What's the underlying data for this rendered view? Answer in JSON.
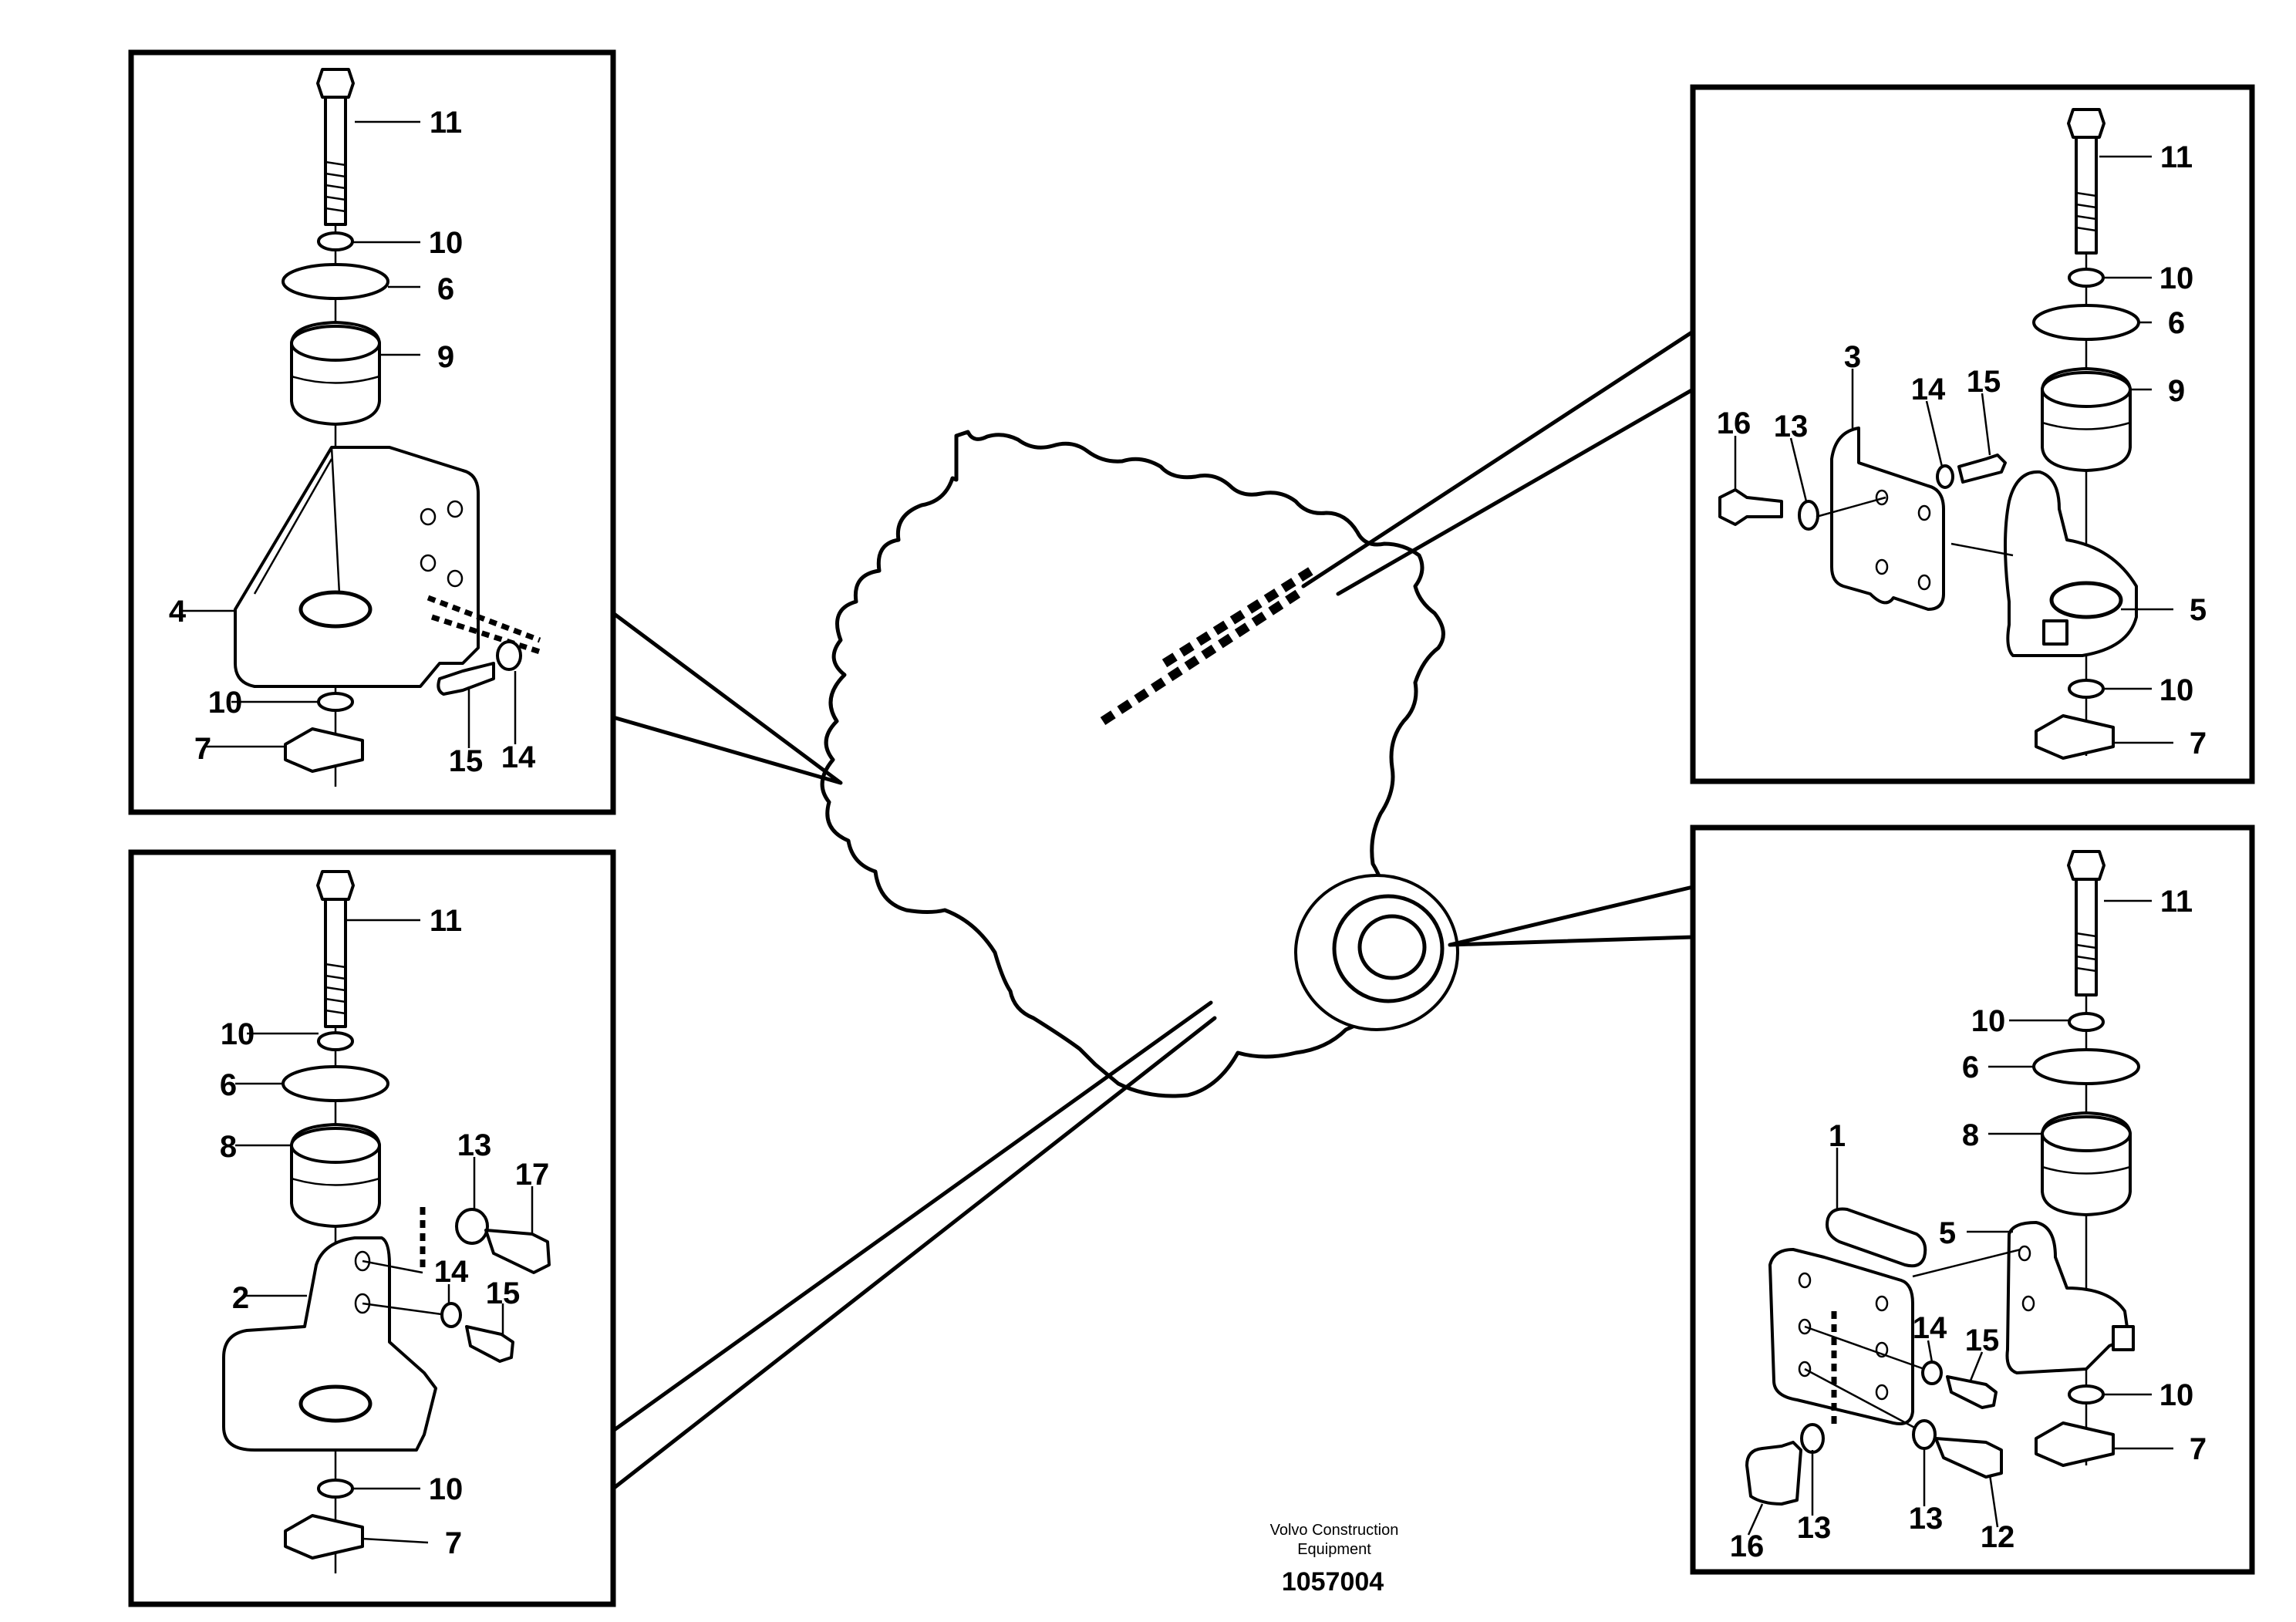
{
  "footer": {
    "brand_line1": "Volvo Construction",
    "brand_line2": "Equipment",
    "drawing_number": "1057004"
  },
  "panels": {
    "top_left": {
      "labels": [
        "11",
        "10",
        "6",
        "9",
        "4",
        "10",
        "7",
        "15",
        "14"
      ]
    },
    "bottom_left": {
      "labels": [
        "11",
        "10",
        "6",
        "8",
        "13",
        "17",
        "2",
        "14",
        "15",
        "10",
        "7"
      ]
    },
    "top_right": {
      "labels": [
        "11",
        "10",
        "6",
        "9",
        "3",
        "16",
        "13",
        "14",
        "15",
        "5",
        "10",
        "7"
      ]
    },
    "bottom_right": {
      "labels": [
        "11",
        "10",
        "6",
        "8",
        "1",
        "5",
        "14",
        "15",
        "10",
        "7",
        "16",
        "13",
        "13",
        "12"
      ]
    }
  }
}
